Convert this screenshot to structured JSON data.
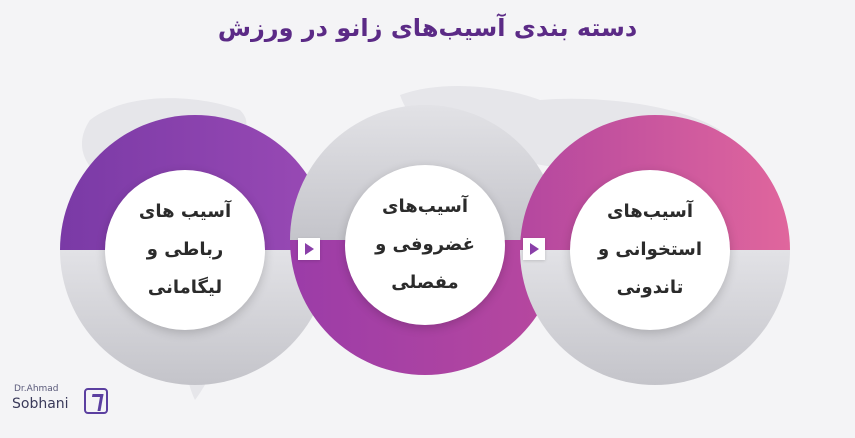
{
  "title": "دسته بندی آسیب‌های زانو در ورزش",
  "circles": [
    {
      "lines": [
        "آسیب های",
        "رباطی و",
        "لیگامانی"
      ]
    },
    {
      "lines": [
        "آسیب‌های",
        "غضروفی و",
        "مفصلی"
      ]
    },
    {
      "lines": [
        "آسیب‌های",
        "استخوانی و",
        "تاندونی"
      ]
    }
  ],
  "logo": {
    "line1": "Dr.Ahmad",
    "line2": "Sobhani"
  },
  "colors": {
    "title": "#5b2a86",
    "ring_left": "#7b3fa6",
    "ring_middle": "#a33aa3",
    "ring_right": "#d15aa0",
    "ring_gray": "#cfcfd3",
    "arrow": "#8a3fa8"
  }
}
